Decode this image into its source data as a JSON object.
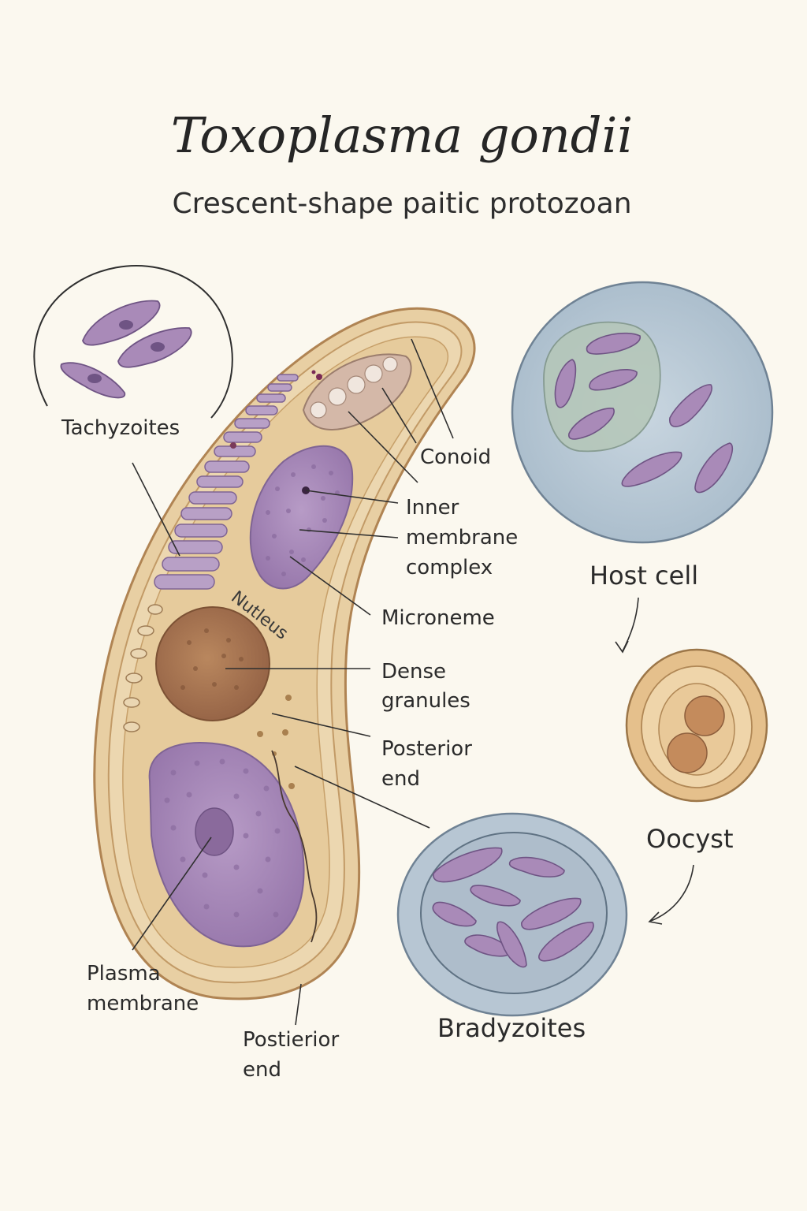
{
  "title": "Toxoplasma gondii",
  "subtitle": "Crescent-shape paitic protozoan",
  "labels": {
    "tachyzoites": "Tachyzoites",
    "conoid": "Conoid",
    "inner_membrane_1": "Inner",
    "inner_membrane_2": "membrane",
    "inner_membrane_3": "complex",
    "nucleus": "Nutleus",
    "microneme": "Microneme",
    "dense_granules_1": "Dense",
    "dense_granules_2": "granules",
    "posterior_end_1": "Posterior",
    "posterior_end_2": "end",
    "plasma_membrane_1": "Plasma",
    "plasma_membrane_2": "membrane",
    "postierior_end_1": "Postierior",
    "postierior_end_2": "end",
    "host_cell": "Host cell",
    "oocyst": "Oocyst",
    "bradyzoites": "Bradyzoites"
  },
  "colors": {
    "background": "#fbf8ef",
    "cell_body": "#e8cfa3",
    "cell_outline": "#b58a55",
    "organelle_purple": "#a98ab8",
    "nucleus_brown": "#a77650",
    "host_blue": "#b7c6d3",
    "oocyst_tan": "#e6c391"
  }
}
